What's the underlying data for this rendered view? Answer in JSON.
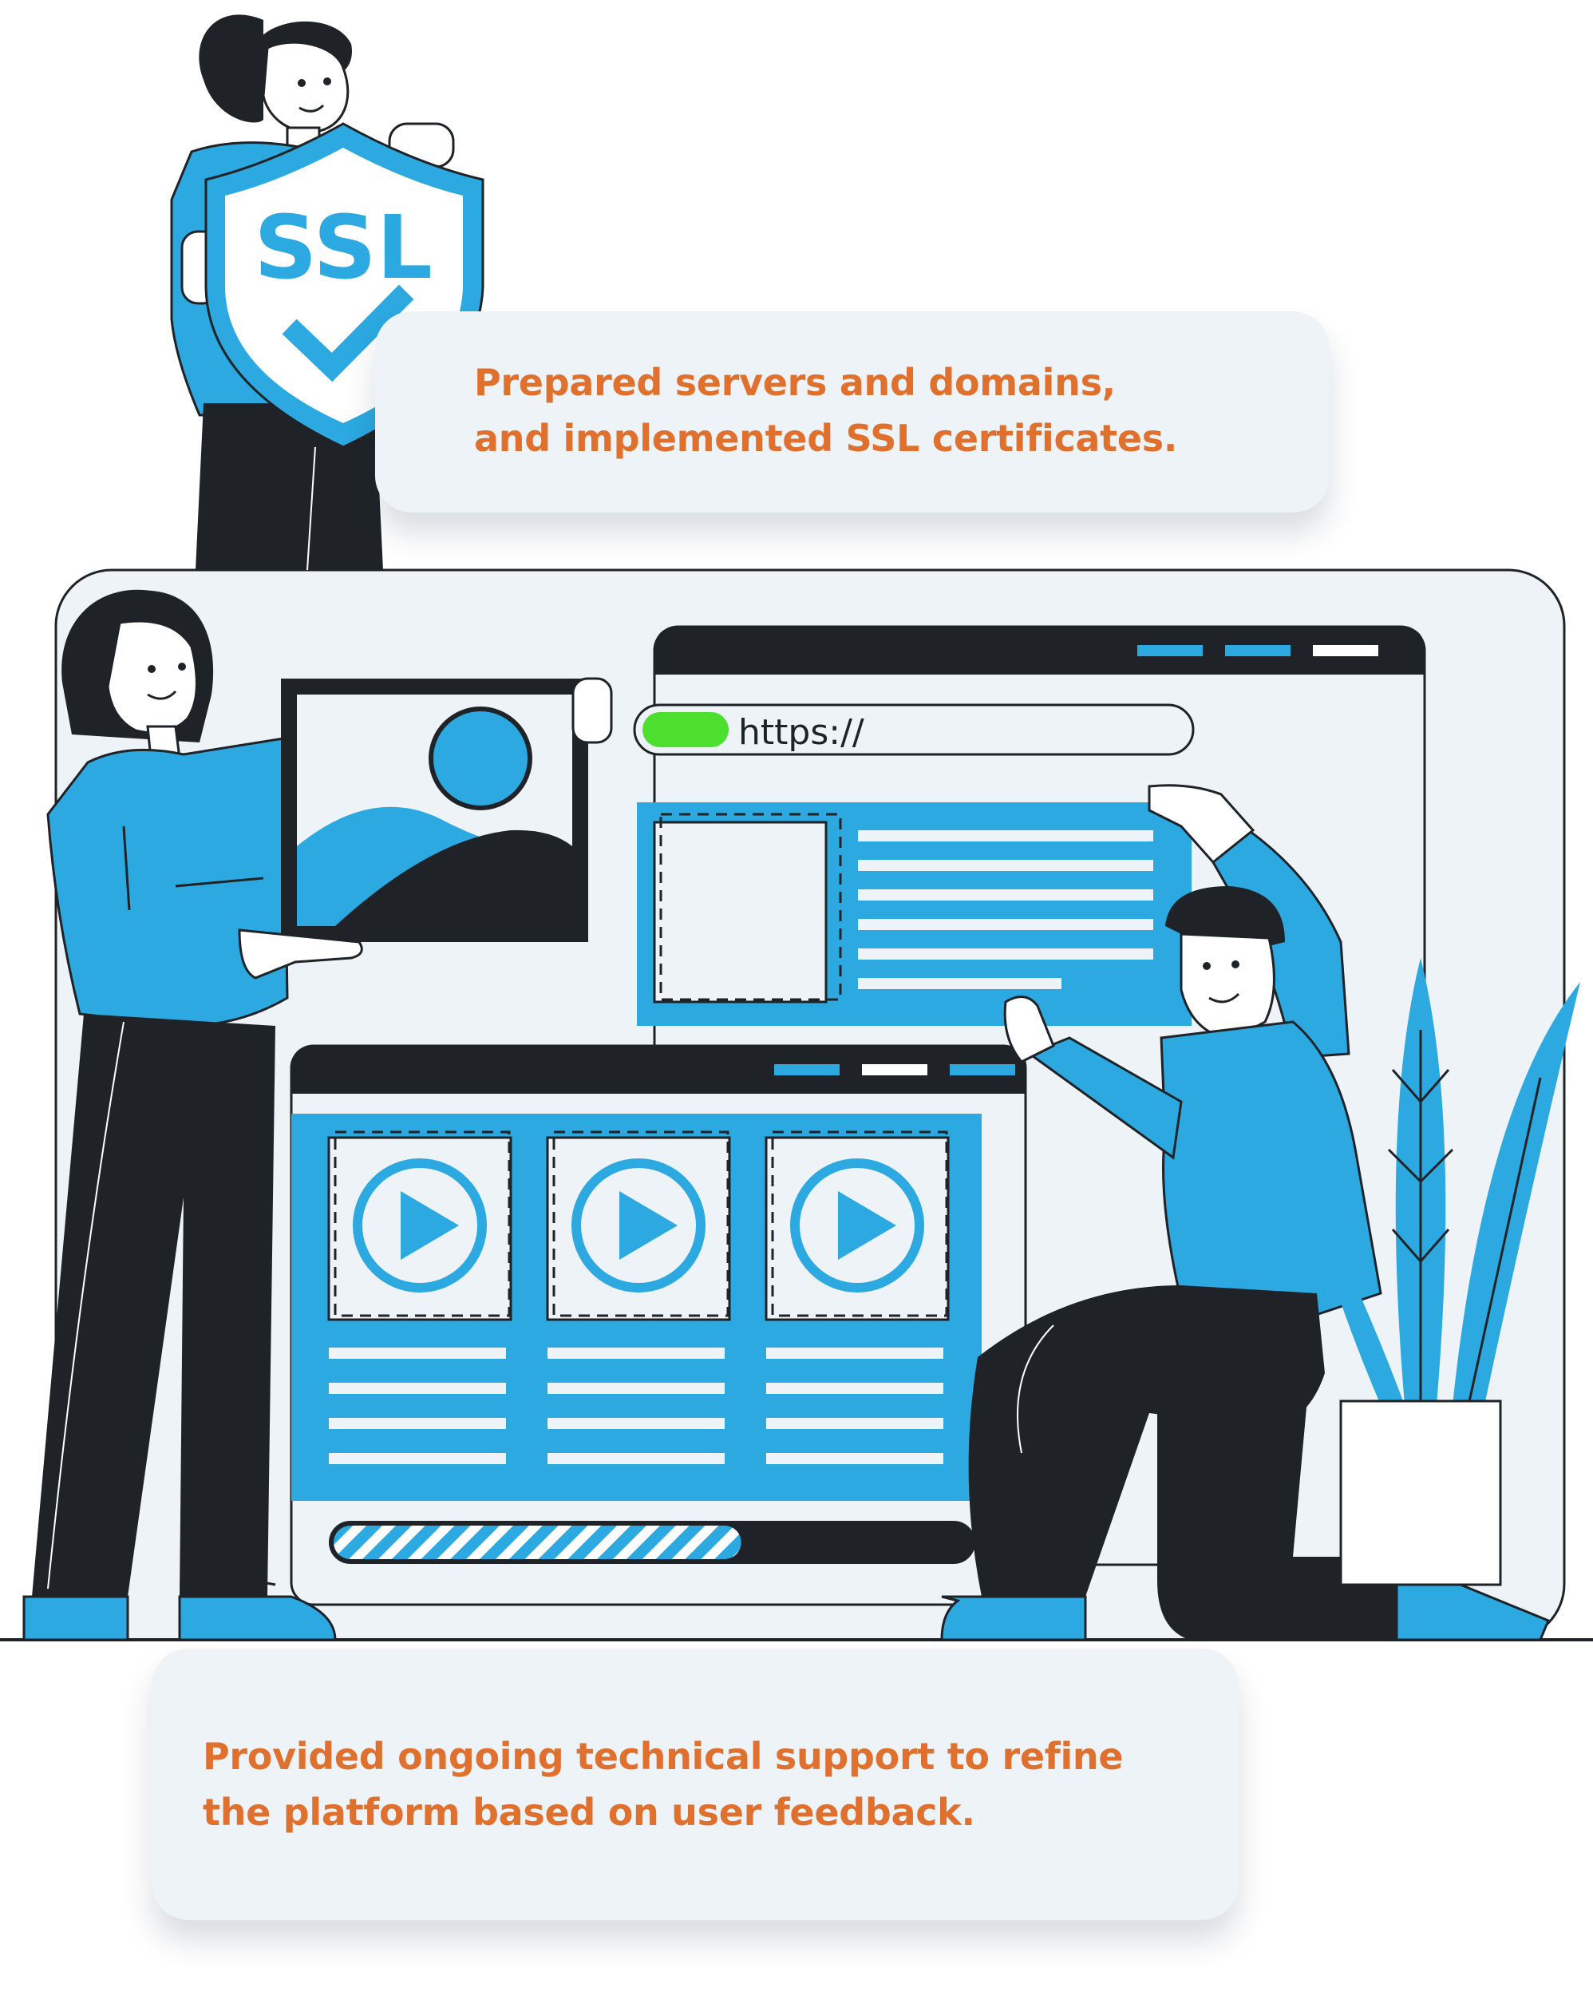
{
  "shield": {
    "label": "SSL"
  },
  "address_bar": {
    "url_text": "https://",
    "secure_indicator_color": "#4cdf2e"
  },
  "upload_progress": {
    "value": 0.64
  },
  "callouts": {
    "top": {
      "line1": "Prepared servers and domains,",
      "line2": "and implemented SSL certificates."
    },
    "bottom": {
      "line1": "Provided ongoing technical support to refine",
      "line2": "the platform based on user feedback."
    }
  },
  "colors": {
    "accent_blue": "#2ba9e0",
    "dark": "#1f2327",
    "panel": "#eef3f7",
    "text_orange": "#e0702e",
    "ssl_green": "#4cdf2e"
  }
}
